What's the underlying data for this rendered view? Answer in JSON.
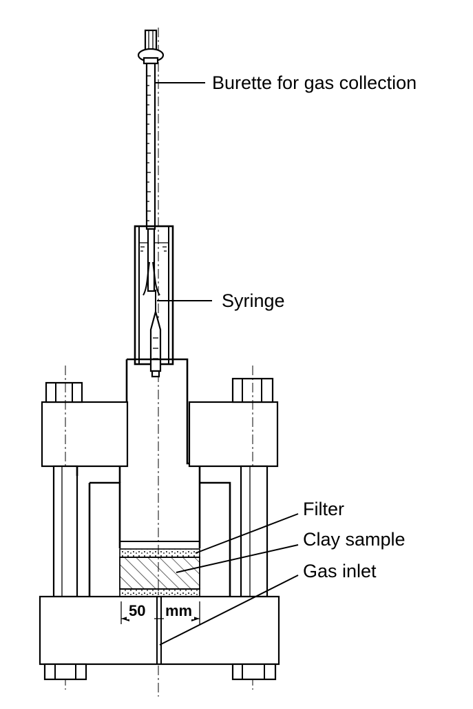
{
  "labels": {
    "burette": "Burette for gas collection",
    "syringe": "Syringe",
    "filter": "Filter",
    "clay_sample": "Clay sample",
    "gas_inlet": "Gas inlet"
  },
  "dimension": {
    "value": "50",
    "unit": "mm"
  }
}
